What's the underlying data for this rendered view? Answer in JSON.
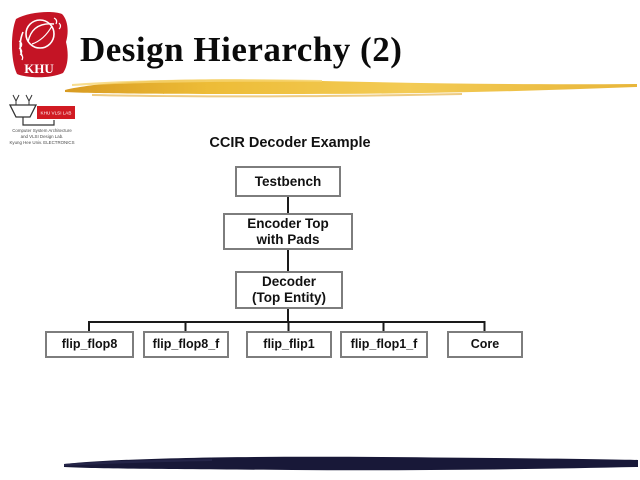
{
  "colors": {
    "accent-gold": "#DFA62A",
    "accent-gold-light": "#F3CB55",
    "logo-red": "#C41425",
    "footer-navy": "#181838",
    "box-border": "#7d7d7d",
    "line-color": "#1a1a1a"
  },
  "slide": {
    "title": "Design Hierarchy (2)"
  },
  "khu_logo": {
    "label": "KHU"
  },
  "lab_logo": {
    "badge_text": "KHU VLSI LAB",
    "caption_lines": [
      "Computer System Architecture",
      "and VLSI Design Lab.",
      "Kyung Hee Univ. ELECTRONICS"
    ]
  },
  "diagram": {
    "heading": "CCIR Decoder Example",
    "root": {
      "label": "Testbench"
    },
    "level2": {
      "lines": [
        "Encoder Top",
        "with Pads"
      ]
    },
    "level3": {
      "lines": [
        "Decoder",
        "(Top Entity)"
      ]
    },
    "leaves": [
      {
        "label": "flip_flop8"
      },
      {
        "label": "flip_flop8_f"
      },
      {
        "label": "flip_flip1"
      },
      {
        "label": "flip_flop1_f"
      },
      {
        "label": "Core"
      }
    ]
  }
}
